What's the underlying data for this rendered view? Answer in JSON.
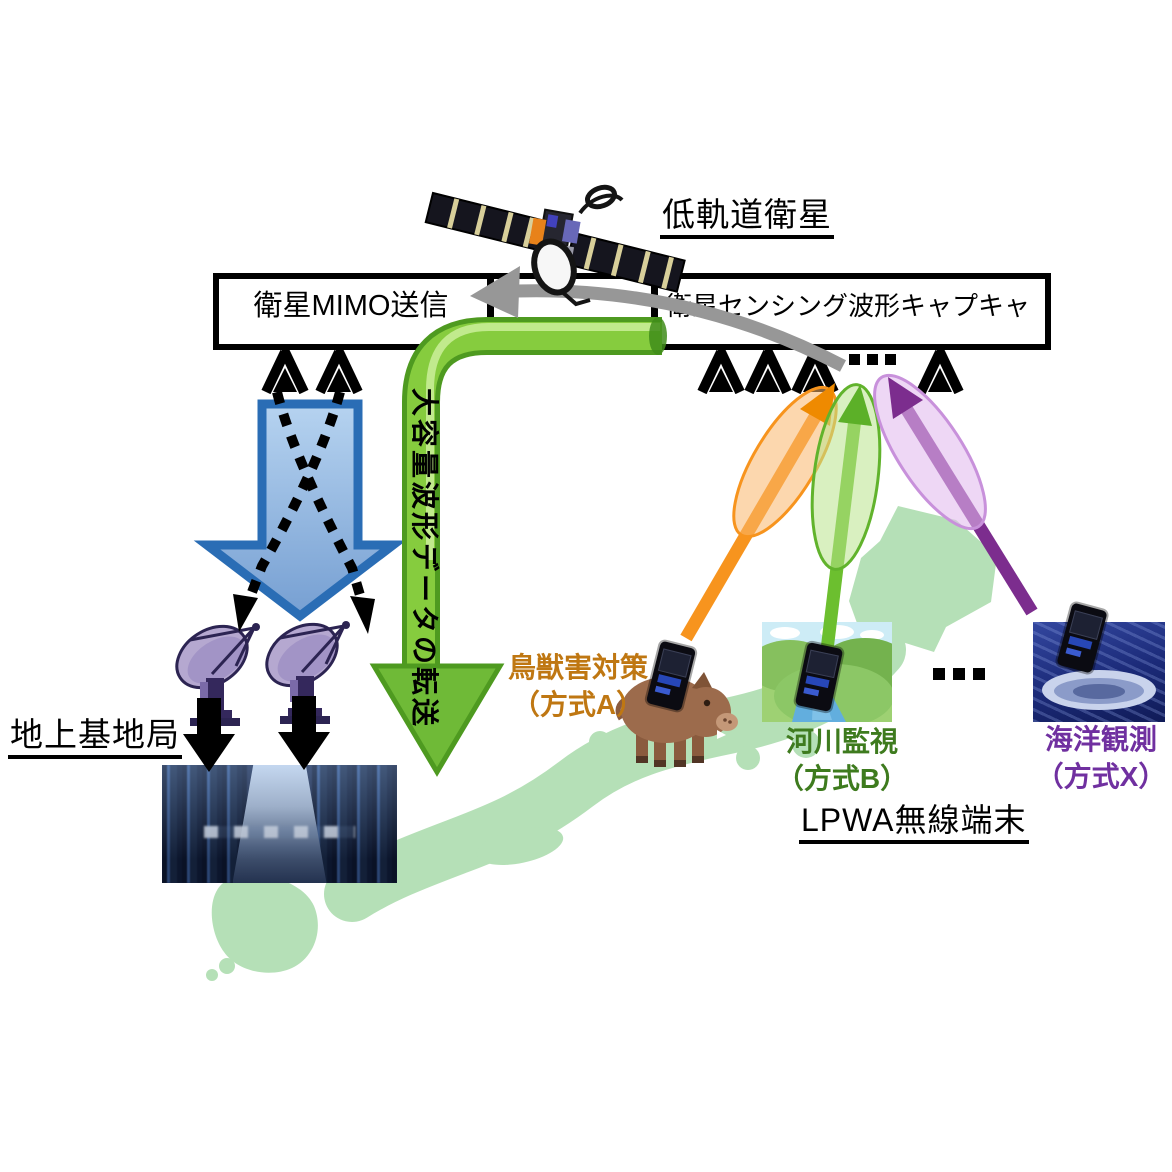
{
  "satellite_label": "低軌道衛星",
  "boxes": {
    "left": "衛星MIMO送信",
    "right": "衛星センシング波形キャプキャ"
  },
  "green_arrow_label": "大容量波形データの転送",
  "ground_station_label": "地上基地局",
  "lpwa_label": "LPWA無線端末",
  "applications": [
    {
      "name": "wildlife",
      "line1": "鳥獣害対策",
      "line2": "（方式A）",
      "text_color": "#BF7712",
      "beam_color": "#F7941E",
      "lobe_fill": "#FAB76B"
    },
    {
      "name": "river",
      "line1": "河川監視",
      "line2": "（方式B）",
      "text_color": "#3E7B1E",
      "beam_color": "#6CBF2F",
      "lobe_fill": "#BAE48D"
    },
    {
      "name": "ocean",
      "line1": "海洋観測",
      "line2": "（方式X）",
      "text_color": "#7030A0",
      "beam_color": "#7C2D8E",
      "lobe_fill": "#E1BAEE"
    }
  ],
  "colors": {
    "map_green": "#B2DFB4",
    "downlink_arrow_border": "#2A6DB5",
    "downlink_arrow_fill": "#9CC0E8",
    "transfer_arrow_green": "#86CC3E",
    "orbit_arrow_gray": "#979797",
    "dish_purple": "#B5A8D0",
    "box_border": "#000000"
  }
}
